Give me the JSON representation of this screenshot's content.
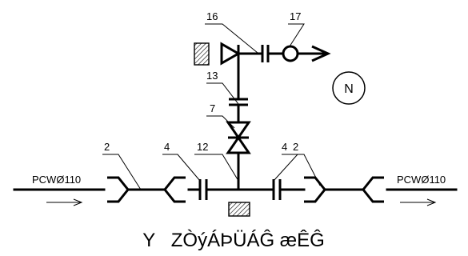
{
  "diagram": {
    "stroke_color": "#000000",
    "callouts": {
      "c16": "16",
      "c17": "17",
      "c13": "13",
      "c7": "7",
      "c2_left": "2",
      "c4_left": "4",
      "c12": "12",
      "c4_right": "4",
      "c2_right": "2"
    },
    "pipe_labels": {
      "inlet": "PCWØ110",
      "outlet": "PCWØ110"
    },
    "north_marker": "N",
    "caption": "Y   ZÒýÁÞÜÁĜ æÊĜ"
  }
}
